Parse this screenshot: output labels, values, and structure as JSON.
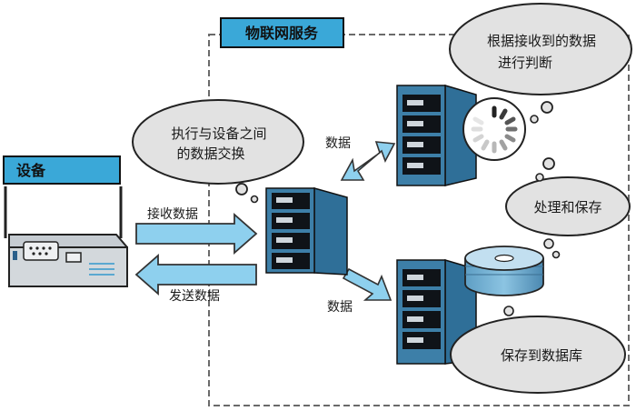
{
  "service_panel": {
    "title": "物联网服务"
  },
  "device": {
    "title": "设备"
  },
  "bubbles": {
    "exchange": {
      "line1": "执行与设备之间",
      "line2": "的数据交换"
    },
    "judge": {
      "line1": "根据接收到的数据",
      "line2": "进行判断"
    },
    "process": {
      "text": "处理和保存"
    },
    "save_db": {
      "text": "保存到数据库"
    }
  },
  "arrows": {
    "receive": "接收数据",
    "send": "发送数据",
    "upper_data": "数据",
    "lower_data": "数据"
  },
  "colors": {
    "tab_fill": "#3aa8d8",
    "arrow_fill": "#8ed0ee",
    "server_blue": "#3d7fa8",
    "server_dark": "#0f1318",
    "bubble_fill": "#e2e2e2"
  },
  "icons": [
    "loading-spinner-icon",
    "database-disk-icon",
    "server-icon",
    "router-device-icon"
  ]
}
